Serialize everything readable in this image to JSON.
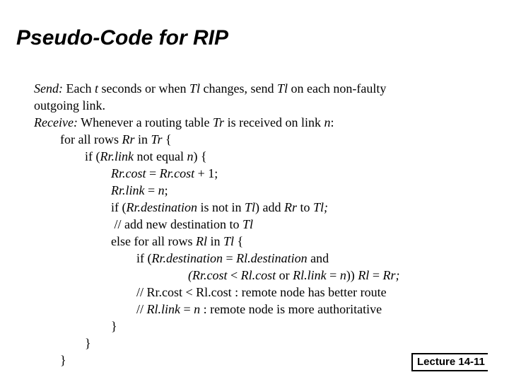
{
  "title": "Pseudo-Code for RIP",
  "footer": {
    "lecture": "Lecture 14-11"
  },
  "lines": [
    [
      {
        "t": "Send:",
        "i": true
      },
      {
        "t": " Each "
      },
      {
        "t": "t",
        "i": true
      },
      {
        "t": " seconds or when "
      },
      {
        "t": "Tl",
        "i": true
      },
      {
        "t": " changes, send "
      },
      {
        "t": "Tl",
        "i": true
      },
      {
        "t": " on each non-faulty"
      }
    ],
    [
      {
        "t": "outgoing link."
      }
    ],
    [
      {
        "t": "Receive:",
        "i": true
      },
      {
        "t": " Whenever a routing table "
      },
      {
        "t": "Tr",
        "i": true
      },
      {
        "t": " is received on link "
      },
      {
        "t": "n",
        "i": true
      },
      {
        "t": ":"
      }
    ],
    [
      {
        "t": "for all rows "
      },
      {
        "t": "Rr",
        "i": true
      },
      {
        "t": " in "
      },
      {
        "t": "Tr",
        "i": true
      },
      {
        "t": " {"
      }
    ],
    [
      {
        "t": "if ("
      },
      {
        "t": "Rr.link",
        "i": true
      },
      {
        "t": " not equal "
      },
      {
        "t": "n",
        "i": true
      },
      {
        "t": ") {"
      }
    ],
    [
      {
        "t": "Rr.cost",
        "i": true
      },
      {
        "t": " = "
      },
      {
        "t": "Rr.cost",
        "i": true
      },
      {
        "t": " + 1;"
      }
    ],
    [
      {
        "t": "Rr.link",
        "i": true
      },
      {
        "t": " = "
      },
      {
        "t": "n",
        "i": true
      },
      {
        "t": ";"
      }
    ],
    [
      {
        "t": "if ("
      },
      {
        "t": "Rr.destination",
        "i": true
      },
      {
        "t": " is not in "
      },
      {
        "t": "Tl",
        "i": true
      },
      {
        "t": ") add "
      },
      {
        "t": "Rr",
        "i": true
      },
      {
        "t": " to "
      },
      {
        "t": "Tl;",
        "i": true
      }
    ],
    [
      {
        "t": " // add new destination to "
      },
      {
        "t": "Tl",
        "i": true
      }
    ],
    [
      {
        "t": "else for all rows "
      },
      {
        "t": "Rl",
        "i": true
      },
      {
        "t": " in "
      },
      {
        "t": "Tl",
        "i": true
      },
      {
        "t": " {"
      }
    ],
    [
      {
        "t": "if ("
      },
      {
        "t": "Rr.destination",
        "i": true
      },
      {
        "t": " = "
      },
      {
        "t": "Rl.destination",
        "i": true
      },
      {
        "t": " and"
      }
    ],
    [
      {
        "t": "(Rr.cost",
        "i": true
      },
      {
        "t": " < "
      },
      {
        "t": "Rl.cost",
        "i": true
      },
      {
        "t": " or "
      },
      {
        "t": "Rl.link",
        "i": true
      },
      {
        "t": " = "
      },
      {
        "t": "n",
        "i": true
      },
      {
        "t": ")) "
      },
      {
        "t": "Rl",
        "i": true
      },
      {
        "t": " = "
      },
      {
        "t": "Rr;",
        "i": true
      }
    ],
    [
      {
        "t": "// Rr.cost < Rl.cost : remote node has better route"
      }
    ],
    [
      {
        "t": "// "
      },
      {
        "t": "Rl.link",
        "i": true
      },
      {
        "t": " = "
      },
      {
        "t": "n",
        "i": true
      },
      {
        "t": " : remote node is more authoritative"
      }
    ],
    [
      {
        "t": "}"
      }
    ],
    [
      {
        "t": "}"
      }
    ],
    [
      {
        "t": "}"
      }
    ]
  ]
}
